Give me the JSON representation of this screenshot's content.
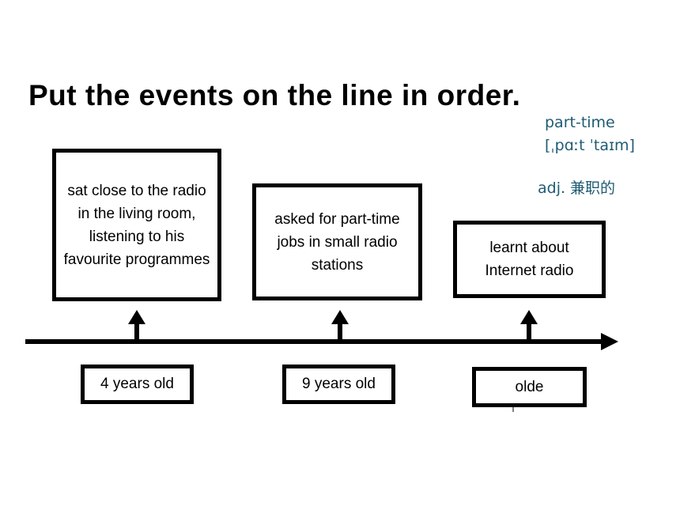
{
  "slide": {
    "title": "Put the events on the line in order."
  },
  "vocabulary": {
    "word": "part-time",
    "phonetic": "[ˌpɑːt ˈtaɪm]",
    "definition": "adj. 兼职的"
  },
  "events": [
    {
      "text": "sat close to the radio in the living room, listening to his favourite programmes"
    },
    {
      "text": "asked for part-time jobs in small radio stations"
    },
    {
      "text": "learnt about Internet radio"
    }
  ],
  "ages": [
    {
      "label": "4 years old"
    },
    {
      "label": "9 years old"
    },
    {
      "label": "olde"
    }
  ]
}
